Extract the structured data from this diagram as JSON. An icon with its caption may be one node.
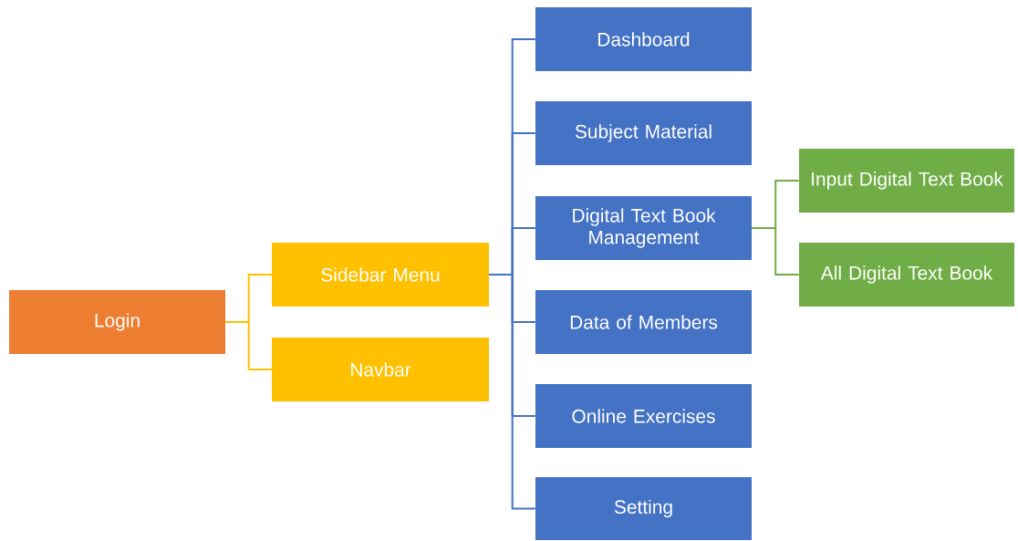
{
  "diagram": {
    "nodes": [
      {
        "text": [
          "Login"
        ]
      },
      {
        "text": [
          "Sidebar Menu"
        ]
      },
      {
        "text": [
          "Navbar"
        ]
      },
      {
        "text": [
          "Dashboard"
        ]
      },
      {
        "text": [
          "Subject Material"
        ]
      },
      {
        "text": [
          "Digital Text Book Management"
        ]
      },
      {
        "text": [
          "Data of Members"
        ]
      },
      {
        "text": [
          "Online Exercises"
        ]
      },
      {
        "text": [
          "Setting"
        ]
      },
      {
        "text": [
          "Input Digital Text Book"
        ]
      },
      {
        "text": [
          "All Digital Text Book"
        ]
      }
    ],
    "edges": [
      {
        "from": 0,
        "to": 1,
        "arrow": "none",
        "color": "#ffc000"
      },
      {
        "from": 0,
        "to": 2,
        "arrow": "none",
        "color": "#ffc000"
      },
      {
        "from": 1,
        "to": 3,
        "arrow": "none"
      },
      {
        "from": 1,
        "to": 4,
        "arrow": "none"
      },
      {
        "from": 1,
        "to": 5,
        "arrow": "none"
      },
      {
        "from": 1,
        "to": 6,
        "arrow": "none"
      },
      {
        "from": 1,
        "to": 7,
        "arrow": "none"
      },
      {
        "from": 1,
        "to": 8,
        "arrow": "none"
      },
      {
        "from": 5,
        "to": 9,
        "arrow": "none",
        "color": "#70ad47"
      },
      {
        "from": 5,
        "to": 10,
        "arrow": "none",
        "color": "#70ad47"
      }
    ]
  }
}
